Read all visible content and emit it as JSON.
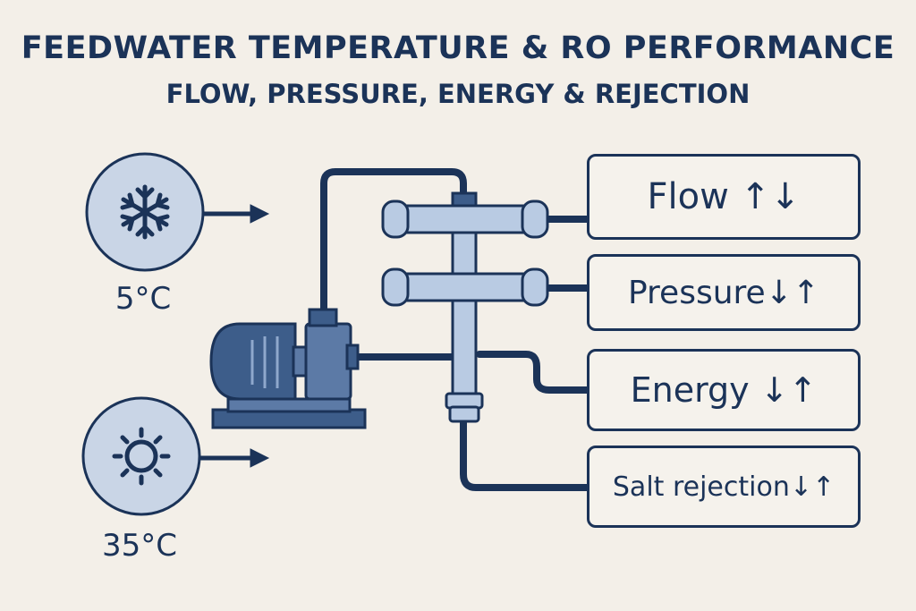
{
  "title": "FEEDWATER TEMPERATURE & RO PERFORMANCE",
  "subtitle": "FLOW, PRESSURE, ENERGY & REJECTION",
  "inputs": [
    {
      "label": "5°C",
      "icon": "snowflake-icon"
    },
    {
      "label": "35°C",
      "icon": "sun-icon"
    }
  ],
  "outputs": [
    {
      "label": "Flow ↑↓"
    },
    {
      "label": "Pressure↓↑"
    },
    {
      "label": "Energy ↓↑"
    },
    {
      "label": "Salt rejection↓↑"
    }
  ],
  "colors": {
    "ink": "#1b3358",
    "background": "#f3efe8",
    "circle_fill": "#c9d5e6",
    "pipe_fill": "#b9cbe3",
    "pump_fill": "#3d5d8a"
  }
}
